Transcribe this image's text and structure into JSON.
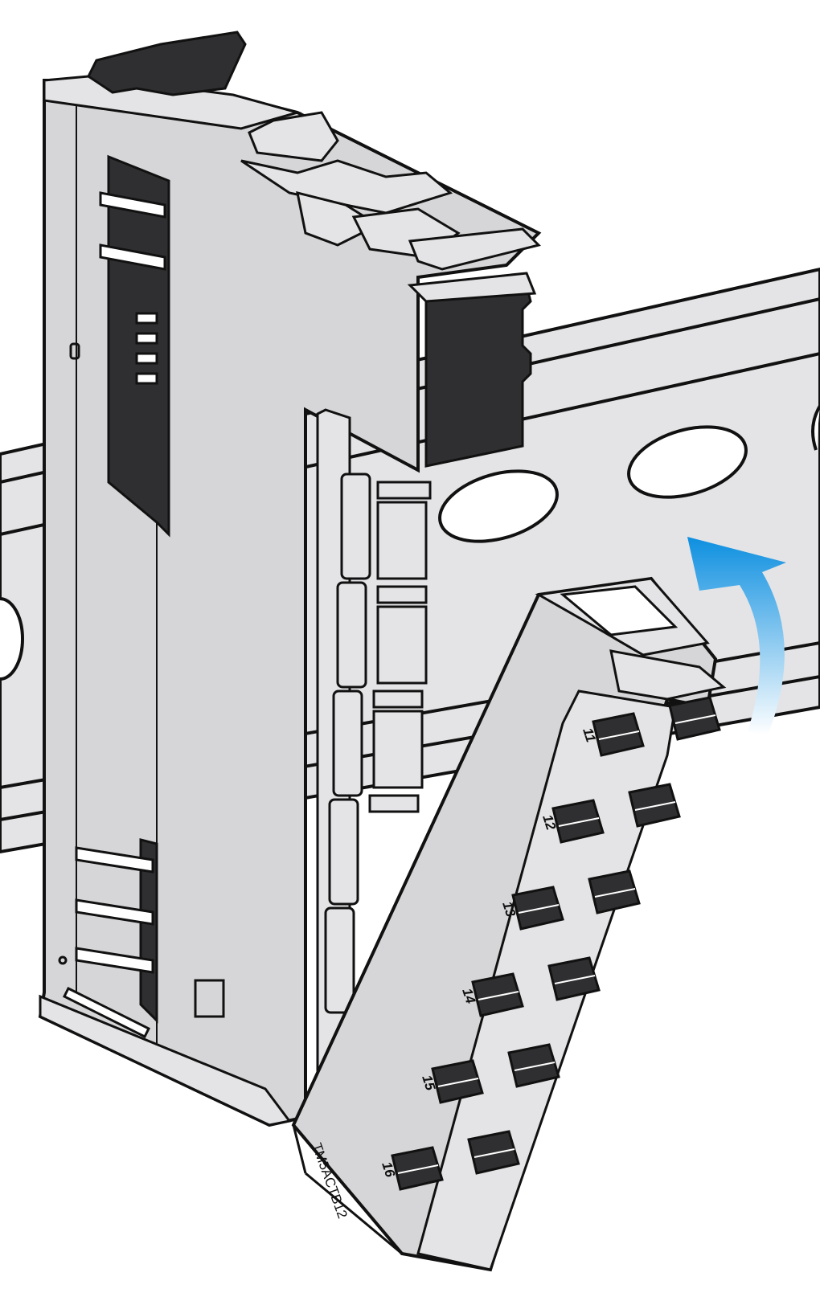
{
  "figure": {
    "subject": "I/O module with removable terminal block hinging onto DIN rail",
    "colors": {
      "body": "#d6d6d8",
      "body_light": "#e4e4e6",
      "dark": "#2f2f31",
      "outline": "#111111",
      "arrow_top": "#0d8fe0",
      "arrow_bottom": "#ffffff"
    },
    "arrow": {
      "icon": "rotate-arrow-icon",
      "direction": "up"
    }
  },
  "terminal_block": {
    "model_label": "TM5ACTB12",
    "terminal_numbers": [
      "11",
      "12",
      "13",
      "14",
      "15",
      "16"
    ]
  }
}
